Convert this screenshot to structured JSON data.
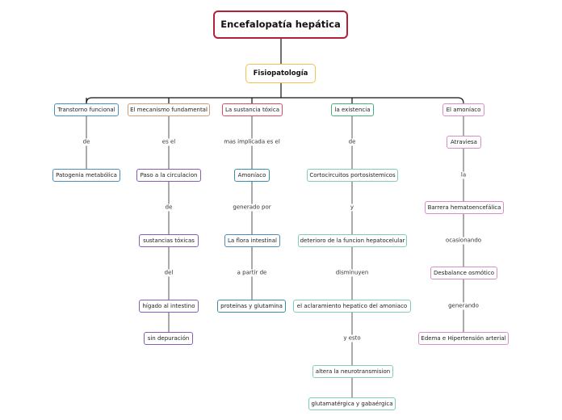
{
  "root": "Encefalopatía hepática",
  "main": "Fisiopatología",
  "branches": [
    {
      "top": "Transtorno funcional",
      "steps": [
        {
          "link": "de",
          "node": "Patogenia metabólica"
        }
      ]
    },
    {
      "top": "El mecanismo fundamental",
      "steps": [
        {
          "link": "es el",
          "node": "Paso a la circulacion"
        },
        {
          "link": "de",
          "node": "sustancias tóxicas"
        },
        {
          "link": "del",
          "node": "hígado al intestino"
        },
        {
          "link": "",
          "node": "sin depuración"
        }
      ]
    },
    {
      "top": "La sustancia tóxica",
      "steps": [
        {
          "link": "mas implicada es el",
          "node": "Amoníaco"
        },
        {
          "link": "generado por",
          "node": "La flora intestinal"
        },
        {
          "link": "a partir de",
          "node": "proteínas y glutamina"
        }
      ]
    },
    {
      "top": "la existencia",
      "steps": [
        {
          "link": "de",
          "node": "Cortocircuitos portosistemicos"
        },
        {
          "link": "y",
          "node": "deterioro de la funcion hepatocelular"
        },
        {
          "link": "disminuyen",
          "node": "el aclaramiento hepatico del amoniaco"
        },
        {
          "link": "y esto",
          "node": "altera la neurotransmision"
        },
        {
          "link": "",
          "node": "glutamatérgica y gabaérgica"
        }
      ]
    },
    {
      "top": "El amoníaco",
      "steps": [
        {
          "link": "",
          "node": "Atraviesa"
        },
        {
          "link": "la",
          "node": "Barrera hematoencefálica"
        },
        {
          "link": "ocasionando",
          "node": "Desbalance osmótico"
        },
        {
          "link": "generando",
          "node": "Edema e Hipertensión arterial"
        }
      ]
    }
  ]
}
